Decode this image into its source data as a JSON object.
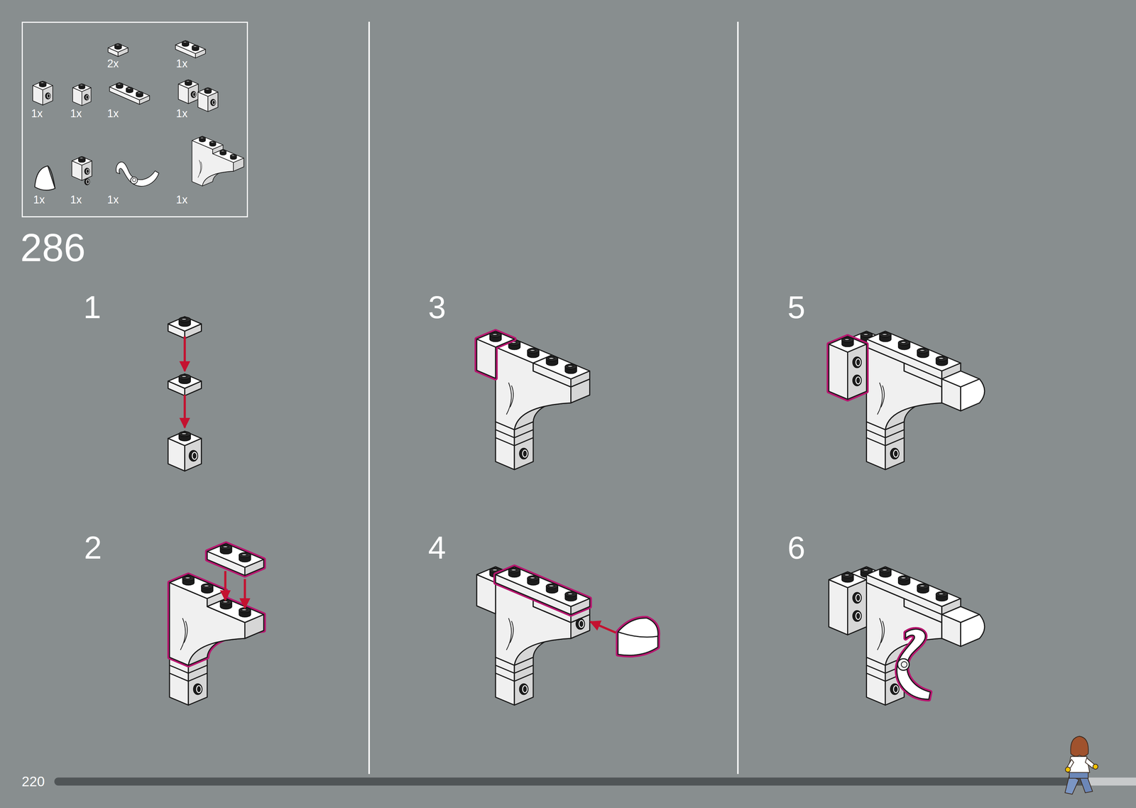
{
  "diagram": {
    "nodes": [
      {
        "text": [
          "2x",
          "1x",
          "1x",
          "1x",
          "1x",
          "1x",
          "1x",
          "1x",
          "1x",
          "1x"
        ]
      }
    ],
    "labels": [
      "286",
      "1",
      "2",
      "3",
      "4",
      "5",
      "6",
      "220"
    ]
  }
}
